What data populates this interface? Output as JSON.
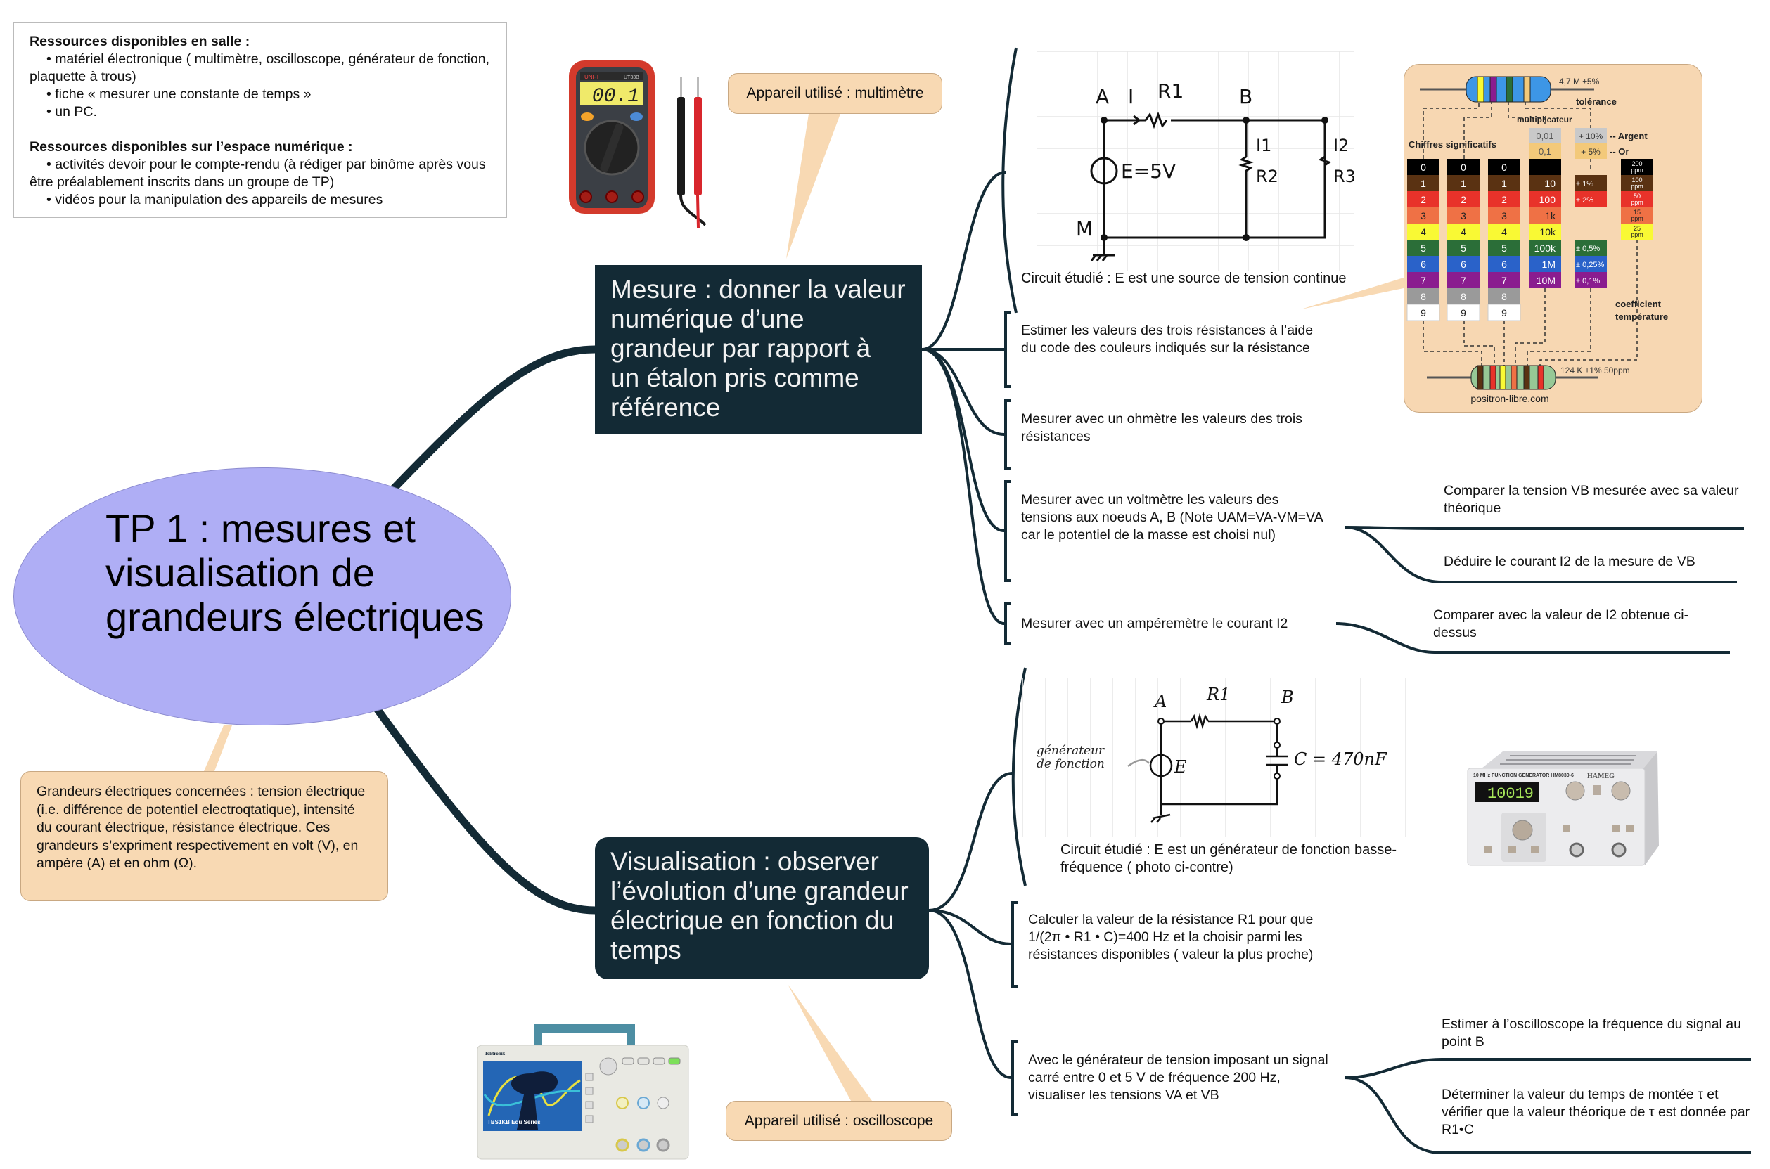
{
  "central_topic": {
    "label": "TP 1 : mesures et visualisation de grandeurs électriques"
  },
  "resources": {
    "room_heading": "Ressources disponibles en salle :",
    "room_items": [
      "• matériel électronique ( multimètre, oscilloscope, générateur de fonction, plaquette à trous)",
      "• fiche « mesurer une constante de temps »",
      "• un PC."
    ],
    "online_heading": "Ressources disponibles sur l’espace numérique :",
    "online_items": [
      "• activités devoir pour le compte-rendu (à rédiger par binôme après vous être préalablement inscrits dans un groupe de TP)",
      "• vidéos pour la manipulation des appareils de mesures"
    ]
  },
  "central_note": {
    "text": "Grandeurs électriques concernées : tension électrique (i.e. différence de potentiel electroqtatique), intensité du courant électrique, résistance électrique. Ces grandeurs s’expriment respectivement en volt (V), en ampère (A) et en ohm (Ω)."
  },
  "mesure": {
    "label": "Mesure : donner la valeur numérique d’une grandeur par rapport à un étalon pris comme référence",
    "callout": "Appareil utilisé : multimètre",
    "multimeter": {
      "brand": "UNI-T",
      "model": "UT33B",
      "display": "00.1"
    },
    "circuit": {
      "caption": "Circuit étudié : E est une source de tension continue",
      "labels": {
        "a": "A",
        "i": "I",
        "r1": "R1",
        "b": "B",
        "i1": "I1",
        "i2": "I2",
        "e": "E=5V",
        "r2": "R2",
        "r3": "R3",
        "m": "M"
      }
    },
    "items": [
      {
        "text": "Estimer les valeurs des trois résistances à l’aide du code des couleurs indiqués sur la résistance"
      },
      {
        "text": "Mesurer avec un ohmètre les valeurs des trois résistances"
      },
      {
        "text": "Mesurer avec un voltmètre les valeurs des tensions aux noeuds A, B (Note UAM=VA-VM=VA car le potentiel de la masse est choisi nul)",
        "children": [
          "Comparer la tension VB mesurée avec sa valeur théorique",
          "Déduire le courant I2 de la mesure de VB"
        ]
      },
      {
        "text": "Mesurer  avec un ampéremètre le courant I2",
        "children": [
          "Comparer avec la valeur de I2 obtenue ci-dessus"
        ]
      }
    ]
  },
  "color_code": {
    "top_resistor_label": "4,7 M ±5%",
    "tolerance_label": "tolérance",
    "multiplier_label": "multiplicateur",
    "digits_label": "Chiffres significatifs",
    "argent_label": "-- Argent",
    "or_label": "-- Or",
    "coef_label_1": "coefficient",
    "coef_label_2": "température",
    "bottom_resistor_label": "124 K ±1% 50ppm",
    "source": "positron-libre.com",
    "colors": [
      "#000000",
      "#5a3212",
      "#e8322a",
      "#ef7145",
      "#f9f934",
      "#2b6e38",
      "#2a62c9",
      "#8a1c8f",
      "#9a9a9a",
      "#ffffff"
    ],
    "digits": [
      "0",
      "1",
      "2",
      "3",
      "4",
      "5",
      "6",
      "7",
      "8",
      "9"
    ],
    "multipliers": [
      "",
      "10",
      "100",
      "1k",
      "10k",
      "100k",
      "1M",
      "10M"
    ],
    "multiplier_extra": [
      {
        "value": "0,01",
        "color": "#c9c9c9"
      },
      {
        "value": "0,1",
        "color": "#f3c97a"
      }
    ],
    "tolerance_extra": [
      {
        "value": "+ 10%",
        "color": "#c9c9c9"
      },
      {
        "value": "+ 5%",
        "color": "#f3c97a"
      }
    ],
    "tolerances": [
      "",
      "± 1%",
      "± 2%",
      "",
      "",
      "± 0,5%",
      "± 0,25%",
      "± 0,1%"
    ],
    "temp_coef": [
      "200 ppm",
      "100 ppm",
      "50 ppm",
      "15 ppm",
      "25 ppm"
    ]
  },
  "visualisation": {
    "label": "Visualisation : observer l’évolution d’une grandeur électrique en fonction du temps",
    "callout": "Appareil utilisé : oscilloscope",
    "circuit": {
      "caption": "Circuit étudié : E est un générateur de fonction basse-fréquence ( photo ci-contre)",
      "labels": {
        "a": "A",
        "r1": "R1",
        "b": "B",
        "gen": "générateur de fonction",
        "e": "E",
        "c": "C = 470nF"
      }
    },
    "generator": {
      "title": "10 MHz FUNCTION GENERATOR HM8030-6",
      "display": "10019",
      "brand": "HAMEG"
    },
    "oscilloscope": {
      "brand": "Tektronix",
      "series": "TBS1KB Edu Series"
    },
    "items": [
      {
        "text": "Calculer la valeur de la résistance R1 pour que 1/(2π • R1 • C)=400 Hz et la choisir parmi les résistances disponibles ( valeur la plus proche)"
      },
      {
        "text": "Avec le générateur de tension imposant un signal carré entre 0 et 5 V de fréquence 200 Hz, visualiser les tensions VA et VB",
        "children": [
          "Estimer à l’oscilloscope la fréquence du signal au point B",
          "Déterminer la valeur du temps de montée τ et vérifier que la valeur théorique de τ est donnée par R1•C"
        ]
      }
    ]
  },
  "colors": {
    "topic_bg": "#132a35",
    "central_bg": "#afaef5",
    "callout_bg": "#f8d9b3",
    "chart_bg": "#f7d7b2"
  }
}
